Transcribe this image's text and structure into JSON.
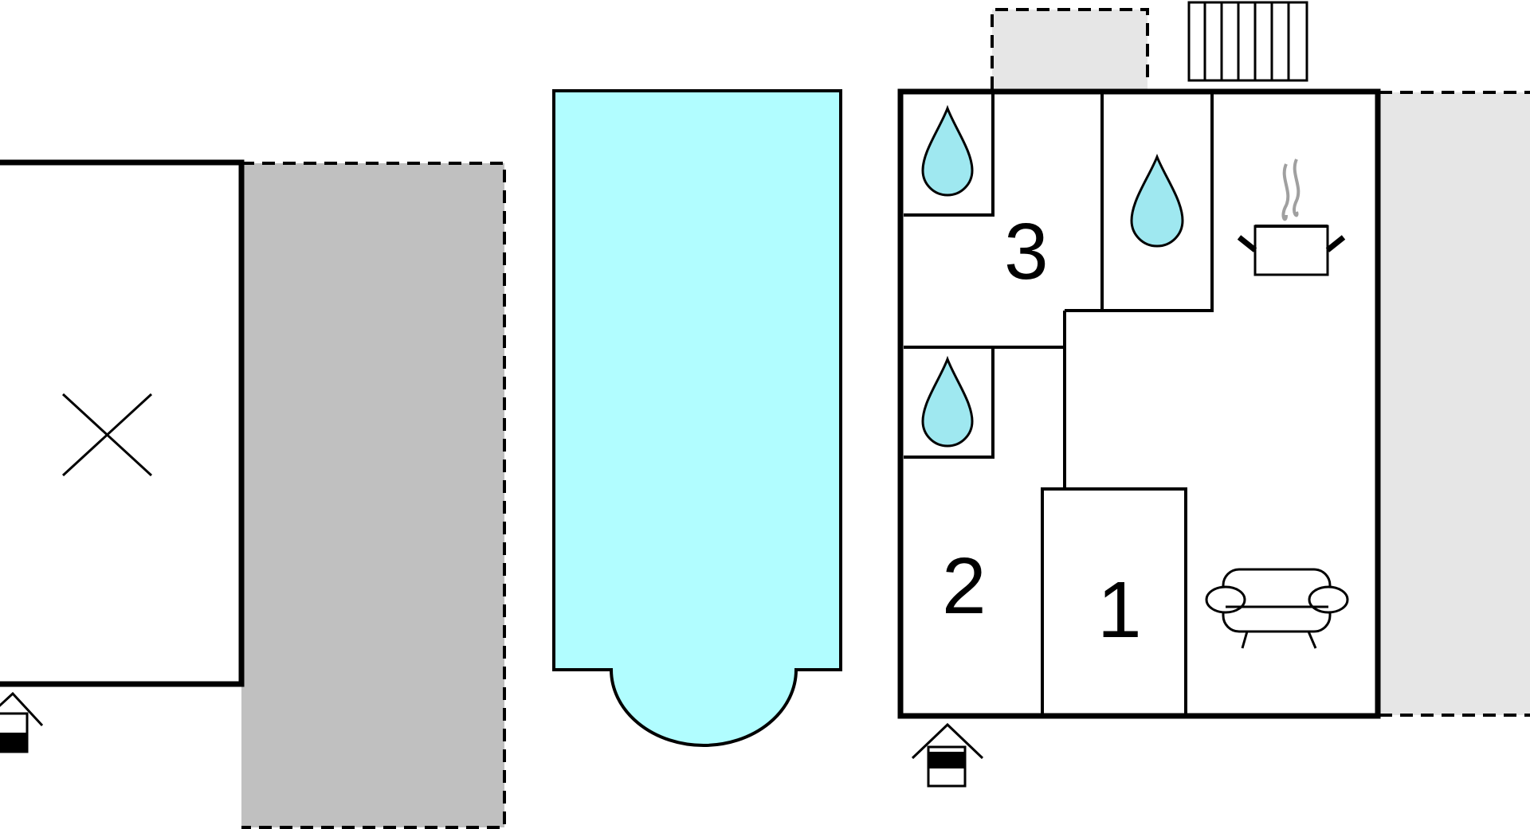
{
  "floorplan": {
    "room_labels": [
      "3",
      "2",
      "1"
    ],
    "colors": {
      "wall": "#000000",
      "pool": "#b1fdff",
      "water_drop": "#9fe8f0",
      "terrace_dark": "#c0c0c0",
      "terrace_light": "#e6e6e6",
      "steam": "#a0a0a0",
      "background": "#ffffff"
    },
    "icons": [
      "bathroom-drop-icon",
      "kitchen-pot-icon",
      "sofa-icon",
      "entrance-house-icon",
      "closed-x-icon",
      "stairs-icon"
    ]
  }
}
